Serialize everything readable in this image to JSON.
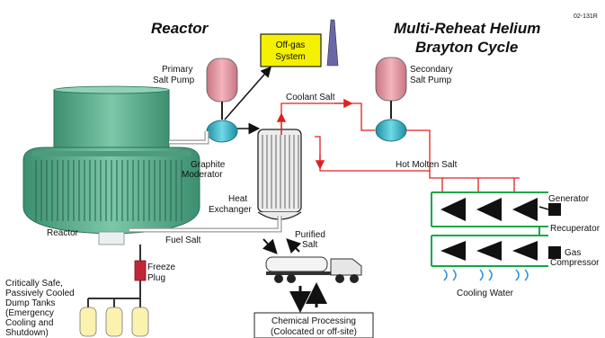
{
  "figure_id": "02-131R",
  "headers": {
    "reactor": "Reactor",
    "cycle_line1": "Multi-Reheat Helium",
    "cycle_line2": "Brayton Cycle"
  },
  "offgas": {
    "line1": "Off-gas",
    "line2": "System"
  },
  "labels": {
    "primary_pump_1": "Primary",
    "primary_pump_2": "Salt Pump",
    "secondary_pump_1": "Secondary",
    "secondary_pump_2": "Salt Pump",
    "coolant_salt": "Coolant Salt",
    "graphite_1": "Graphite",
    "graphite_2": "Moderator",
    "heat_exch_1": "Heat",
    "heat_exch_2": "Exchanger",
    "hot_molten_salt": "Hot Molten Salt",
    "generator": "Generator",
    "recuperator": "Recuperator",
    "gas_compressor_1": "Gas",
    "gas_compressor_2": "Compressor",
    "cooling_water": "Cooling Water",
    "reactor": "Reactor",
    "fuel_salt": "Fuel Salt",
    "purified_1": "Purified",
    "purified_2": "Salt",
    "freeze_1": "Freeze",
    "freeze_2": "Plug",
    "dump_1": "Critically Safe,",
    "dump_2": "Passively Cooled",
    "dump_3": "Dump Tanks",
    "dump_4": "(Emergency",
    "dump_5": "Cooling and",
    "dump_6": "Shutdown)"
  },
  "chemical": {
    "line1": "Chemical Processing",
    "line2": "(Colocated or off-site)"
  },
  "colors": {
    "vessel": "#5aab8c",
    "pump_tank": "#e89aa5",
    "pump_body": "#3fb8c8",
    "offgas_box": "#f4f000",
    "hot_salt_line": "#e02020",
    "cycle_line": "#11a84a",
    "cooling_water": "#2a8ee0",
    "freeze_plug": "#c0283a",
    "dump_tank": "#fbf2b0"
  }
}
